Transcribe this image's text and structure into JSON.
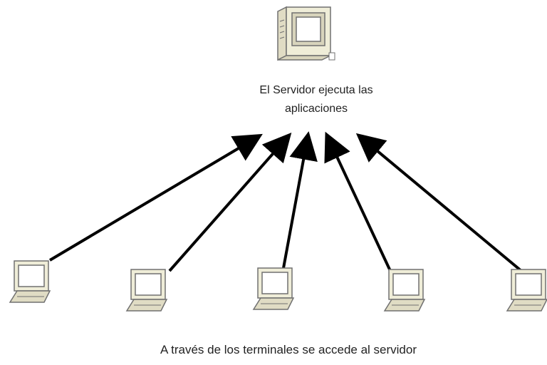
{
  "server": {
    "icon": "server-computer-icon",
    "label_line1": "El Servidor ejecuta las",
    "label_line2": "aplicaciones"
  },
  "terminals": [
    {
      "icon": "terminal-computer-icon"
    },
    {
      "icon": "terminal-computer-icon"
    },
    {
      "icon": "terminal-computer-icon"
    },
    {
      "icon": "terminal-computer-icon"
    },
    {
      "icon": "terminal-computer-icon"
    }
  ],
  "caption": "A través de los terminales se accede al servidor",
  "colors": {
    "arrow": "#000000",
    "device_face": "#efedd8",
    "device_outline": "#707070",
    "screen": "#ffffff"
  }
}
